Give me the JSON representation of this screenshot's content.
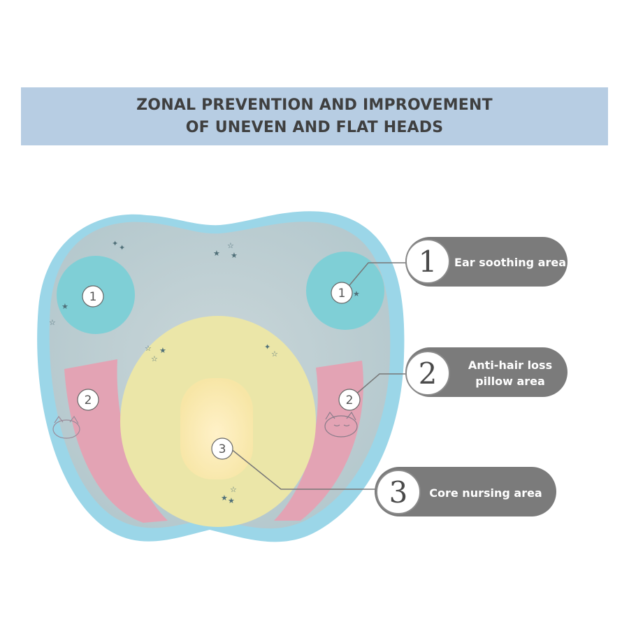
{
  "header": {
    "title_line1": "ZONAL PREVENTION AND IMPROVEMENT",
    "title_line2": "OF UNEVEN AND FLAT HEADS"
  },
  "zones": {
    "ear": {
      "number": "1",
      "label": "Ear soothing area",
      "color": "#7fcfd6"
    },
    "hair": {
      "number": "2",
      "label_line1": "Anti-hair loss",
      "label_line2": "pillow area",
      "color": "#e3a3b4"
    },
    "core": {
      "number": "3",
      "label": "Core nursing area",
      "color": "#ebe6a8"
    }
  },
  "colors": {
    "banner": "#b7cde3",
    "pill": "#7b7b7b",
    "pillow_edge": "#9bd6e8",
    "pillow_face": "#bfcfd3"
  }
}
